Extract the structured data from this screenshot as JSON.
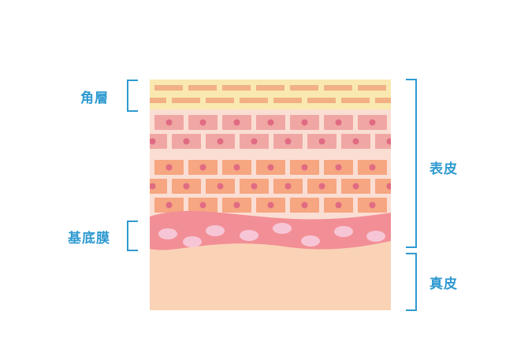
{
  "labels": {
    "stratum_corneum": "角層",
    "basement_membrane": "基底膜",
    "epidermis": "表皮",
    "dermis": "真皮"
  },
  "colors": {
    "label": "#2e9ad0",
    "bracket": "#2e9ad0",
    "corneum_bg": "#f9e9b0",
    "corneum_brick": "#f2b184",
    "granular_bg": "#fbe3da",
    "spinous_cell": "#f0a7a4",
    "basal_cell": "#f6a681",
    "nucleus": "#e06b82",
    "membrane": "#f28f96",
    "blob": "#f7c6d6",
    "dermis": "#fad3b6",
    "grout": "#fbded3"
  }
}
